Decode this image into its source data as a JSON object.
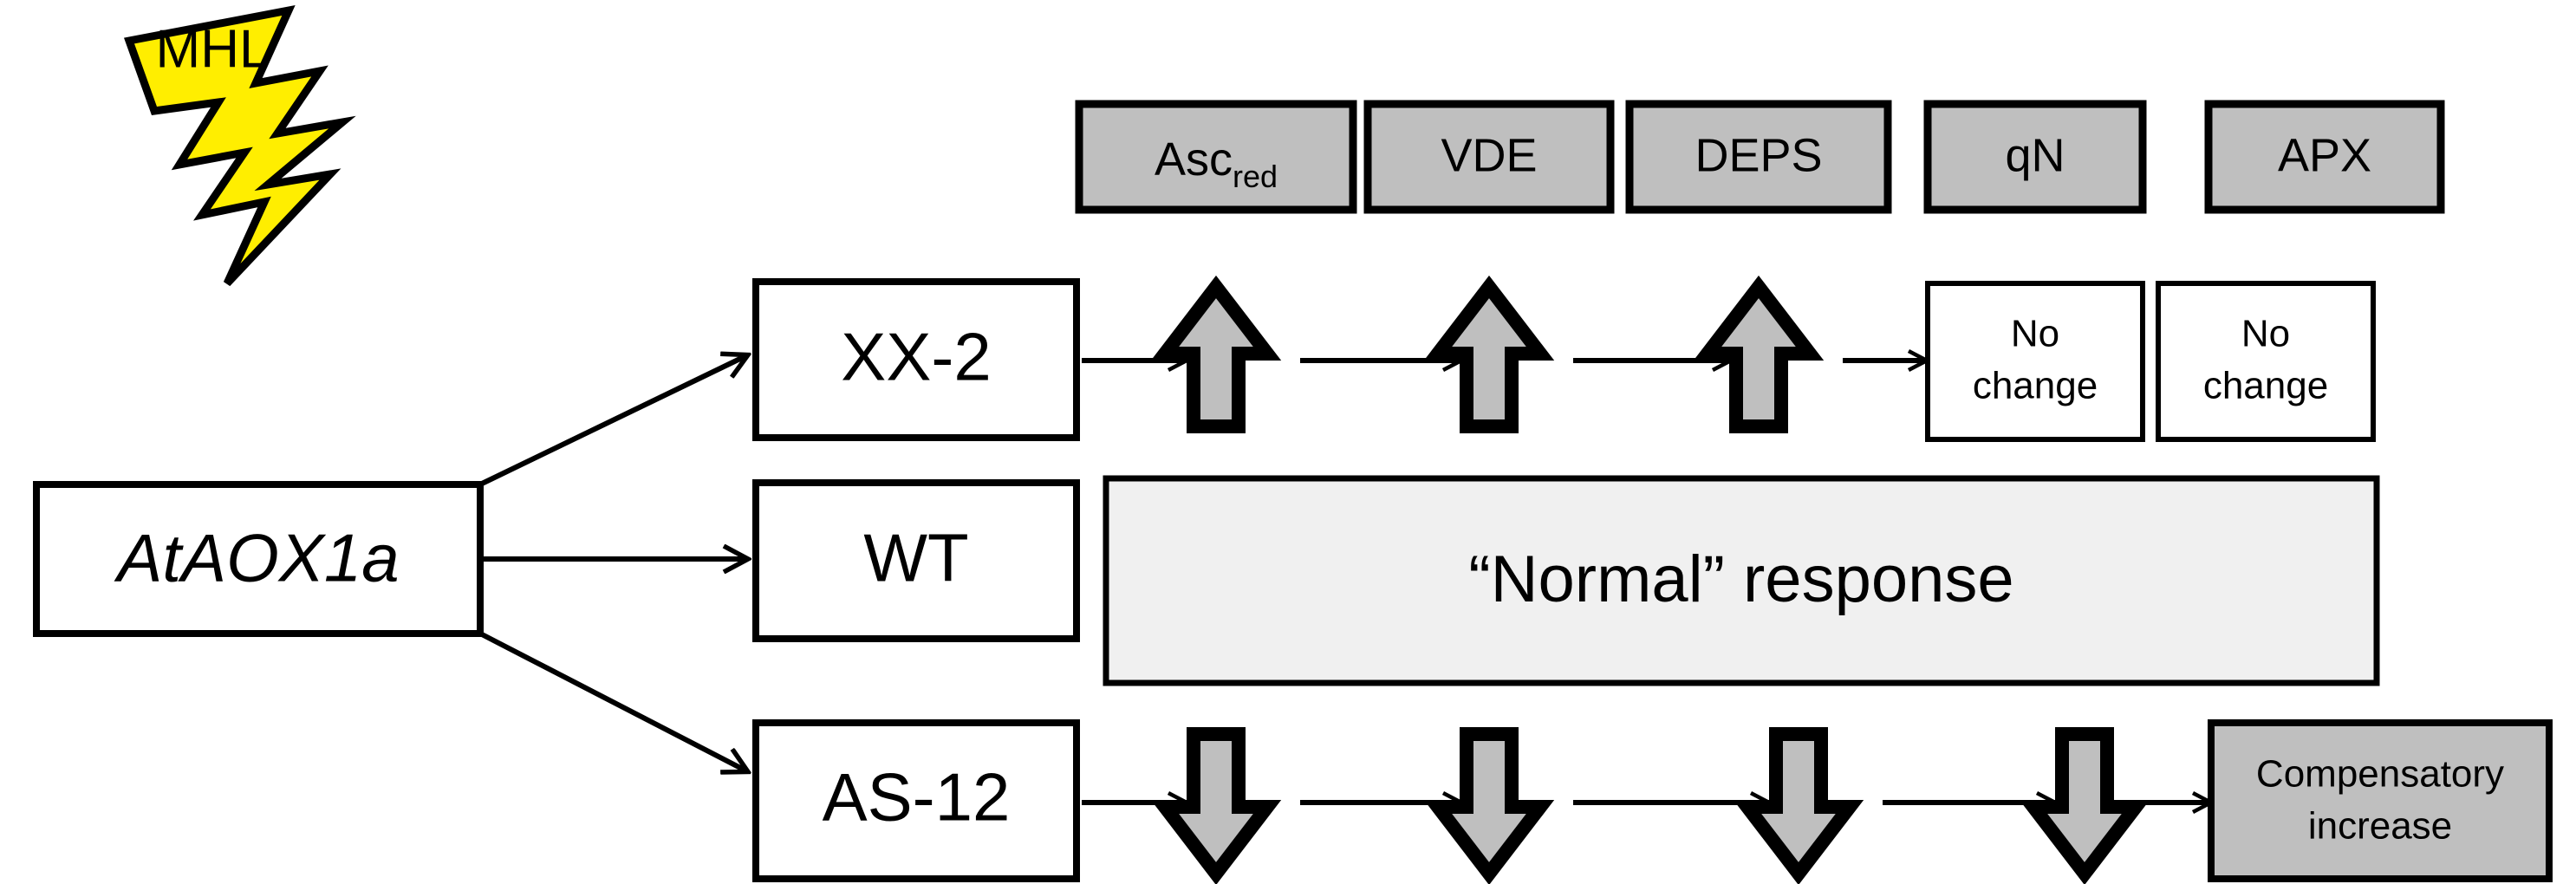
{
  "figure": {
    "title": "AtAOX1a moderate high light response diagram",
    "background_color": "#ffffff"
  },
  "colors": {
    "bolt_fill": "#ffee00",
    "gray_box_fill": "#bfbfbf",
    "light_gray_fill": "#f0f0f0",
    "white_fill": "#ffffff",
    "arrow_block_fill": "#bfbfbf",
    "stroke": "#000000"
  },
  "stimulus": {
    "label": "MHL",
    "shape": "lightning-bolt"
  },
  "source_node": {
    "label": "AtAOX1a",
    "italic": true
  },
  "header_boxes": [
    {
      "label": "Asc",
      "subscript": "red"
    },
    {
      "label": "VDE",
      "subscript": ""
    },
    {
      "label": "DEPS",
      "subscript": ""
    },
    {
      "label": "qN",
      "subscript": ""
    },
    {
      "label": "APX",
      "subscript": ""
    }
  ],
  "rows": [
    {
      "genotype": "XX-2",
      "kind": "up",
      "responses": [
        {
          "type": "arrow-up"
        },
        {
          "type": "arrow-up"
        },
        {
          "type": "arrow-up"
        },
        {
          "type": "box",
          "text_line1": "No",
          "text_line2": "change"
        },
        {
          "type": "box",
          "text_line1": "No",
          "text_line2": "change"
        }
      ]
    },
    {
      "genotype": "WT",
      "kind": "normal",
      "banner": "“Normal” response"
    },
    {
      "genotype": "AS-12",
      "kind": "down",
      "responses": [
        {
          "type": "arrow-down"
        },
        {
          "type": "arrow-down"
        },
        {
          "type": "arrow-down"
        },
        {
          "type": "arrow-down"
        },
        {
          "type": "box",
          "text_line1": "Compensatory",
          "text_line2": "increase"
        }
      ]
    }
  ]
}
